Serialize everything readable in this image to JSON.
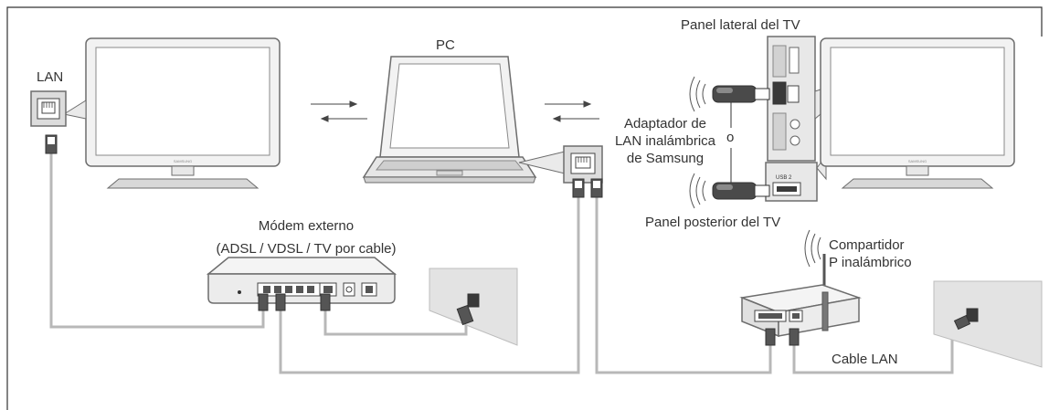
{
  "labels": {
    "lan": "LAN",
    "pc": "PC",
    "panel_lateral": "Panel lateral del TV",
    "adaptador_line1": "Adaptador de",
    "adaptador_line2": "LAN inalámbrica",
    "adaptador_line3": "de Samsung",
    "o": "o",
    "panel_posterior": "Panel posterior del TV",
    "modem_line1": "Módem externo",
    "modem_line2": "(ADSL / VDSL / TV por cable)",
    "compartidor_line1": "Compartidor",
    "compartidor_line2": "P inalámbrico",
    "cable_lan": "Cable LAN",
    "usb2": "USB 2",
    "samsung_tv_brand": "SAMSUNG"
  },
  "icons": [
    "tv-icon",
    "laptop-icon",
    "lan-port-icon",
    "usb-dongle-icon",
    "wifi-signal-icon",
    "modem-icon",
    "router-icon",
    "wall-jack-icon",
    "bidirectional-arrow-icon"
  ],
  "colors": {
    "frame": "#333333",
    "cable": "#b8b8b8",
    "device_body": "#f2f2f2",
    "device_outline": "#6d6d6d",
    "screen": "#ffffff",
    "dark": "#3a3a3a",
    "wall": "#e3e3e3"
  }
}
